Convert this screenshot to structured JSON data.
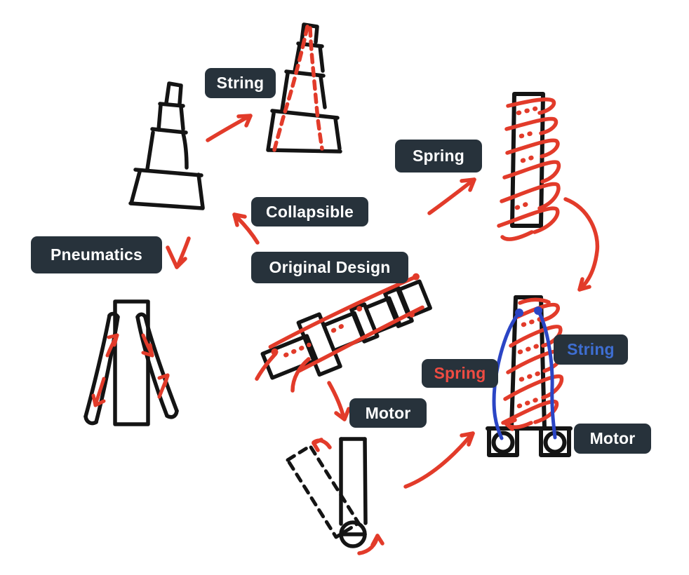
{
  "page": {
    "background": "#ffffff"
  },
  "colors": {
    "label_bg": "#27323b",
    "label_text": "#ffffff",
    "sketch_black": "#141414",
    "annotation_red": "#e23b2a",
    "spring_text_red": "#ef4b42",
    "string_blue": "#2b45c5",
    "string_text_blue": "#3e6ed2"
  },
  "labels": {
    "string_top": "String",
    "spring_top": "Spring",
    "collapsible": "Collapsible",
    "pneumatics": "Pneumatics",
    "original_design": "Original Design",
    "motor_center": "Motor",
    "spring_red": "Spring",
    "string_blue": "String",
    "motor_bottom": "Motor"
  },
  "figures": {
    "collapsed_pole": "collapsed-telescoping-pole-sketch",
    "string_pole": "pole-with-string-dashes-sketch",
    "spring_pole": "pole-with-spring-coil-sketch",
    "pneumatics_pole": "pole-with-air-tubes-sketch",
    "original_design": "original-design-pole-sketch",
    "motor_pole": "pole-on-motor-pivot-sketch",
    "combined_design": "combined-spring-string-motor-sketch"
  }
}
